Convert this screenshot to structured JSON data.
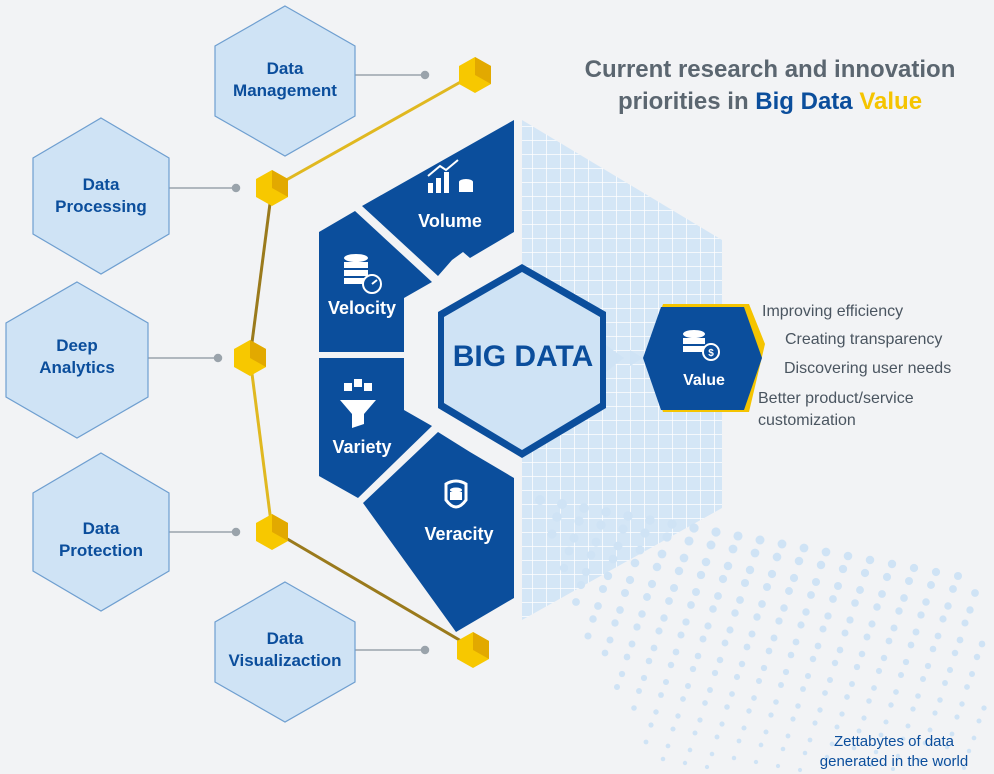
{
  "title": {
    "line1": "Current research and innovation",
    "line2_prefix": "priorities in",
    "line2_blue": "Big Data",
    "line2_yellow": "Value"
  },
  "priorities": [
    {
      "id": "data-management",
      "line1": "Data",
      "line2": "Management"
    },
    {
      "id": "data-processing",
      "line1": "Data",
      "line2": "Processing"
    },
    {
      "id": "deep-analytics",
      "line1": "Deep",
      "line2": "Analytics"
    },
    {
      "id": "data-protection",
      "line1": "Data",
      "line2": "Protection"
    },
    {
      "id": "data-visualization",
      "line1": "Data",
      "line2": "Visualizaction"
    }
  ],
  "center": {
    "label": "BIG DATA"
  },
  "vs": {
    "volume": "Volume",
    "velocity": "Velocity",
    "variety": "Variety",
    "veracity": "Veracity",
    "value": "Value"
  },
  "benefits": [
    "Improving efficiency",
    "Creating transparency",
    "Discovering user needs",
    "Better product/service",
    "customization"
  ],
  "footnote": {
    "line1": "Zettabytes of data",
    "line2": "generated in the world"
  },
  "colors": {
    "navy": "#0b4e9c",
    "light_blue": "#cfe3f5",
    "yellow": "#f5c400",
    "gold_line": "#a87e12",
    "text_gray": "#5b6670"
  }
}
